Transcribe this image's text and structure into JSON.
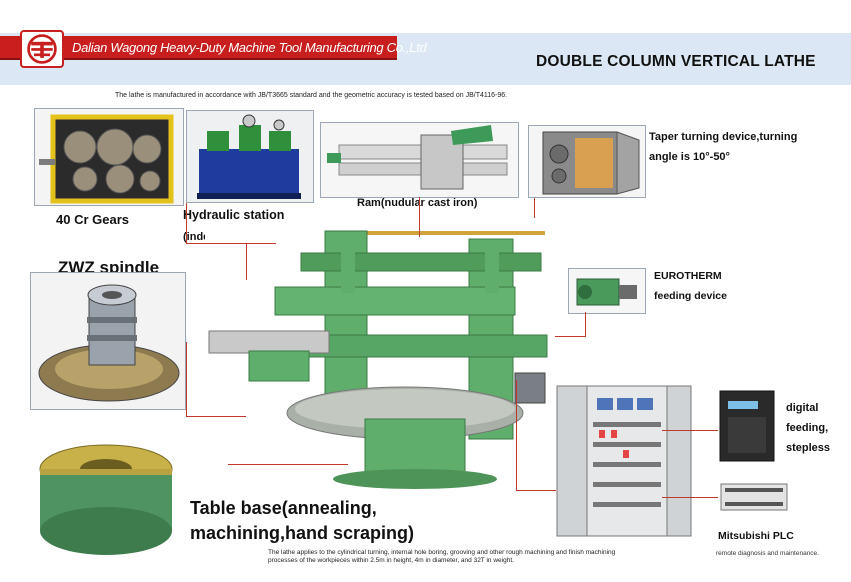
{
  "header": {
    "company": "Dalian Wagong Heavy-Duty Machine Tool Manufacturing Co.,Ltd",
    "title": "DOUBLE COLUMN VERTICAL LATHE",
    "standard_note": "The lathe is manufactured in accordance with JB/T3665 standard and the geometric        accuracy is tested based on JB/T4116-96."
  },
  "captions": {
    "gears": "40 Cr Gears",
    "hydraulic_1": "Hydraulic station",
    "hydraulic_2": "(independent oil supply)",
    "ram": "Ram(nudular cast iron)",
    "taper_1": "Taper turning device,turning",
    "taper_2": "angle is 10°-50°",
    "spindle": "ZWZ spindle",
    "eurotherm_1": "EUROTHERM",
    "eurotherm_2": "feeding device",
    "digital_1": "digital",
    "digital_2": "feeding,",
    "digital_3": "stepless",
    "table_base_1": "Table base(annealing,",
    "table_base_2": "machining,hand scraping)",
    "plc": "Mitsubishi PLC",
    "remote": "remote diagnosis and maintenance.",
    "bottom_note": "The lathe applies to the cylindrical turning, internal hole boring, grooving and other rough machining and finish machining processes of the workpieces within 2.5m in height, 4m in diameter, and 32T in weight."
  },
  "colors": {
    "brand_red": "#c81e1e",
    "header_band": "#dbe7f4",
    "machine_green": "#5fae6b",
    "connector": "#c0392b"
  }
}
